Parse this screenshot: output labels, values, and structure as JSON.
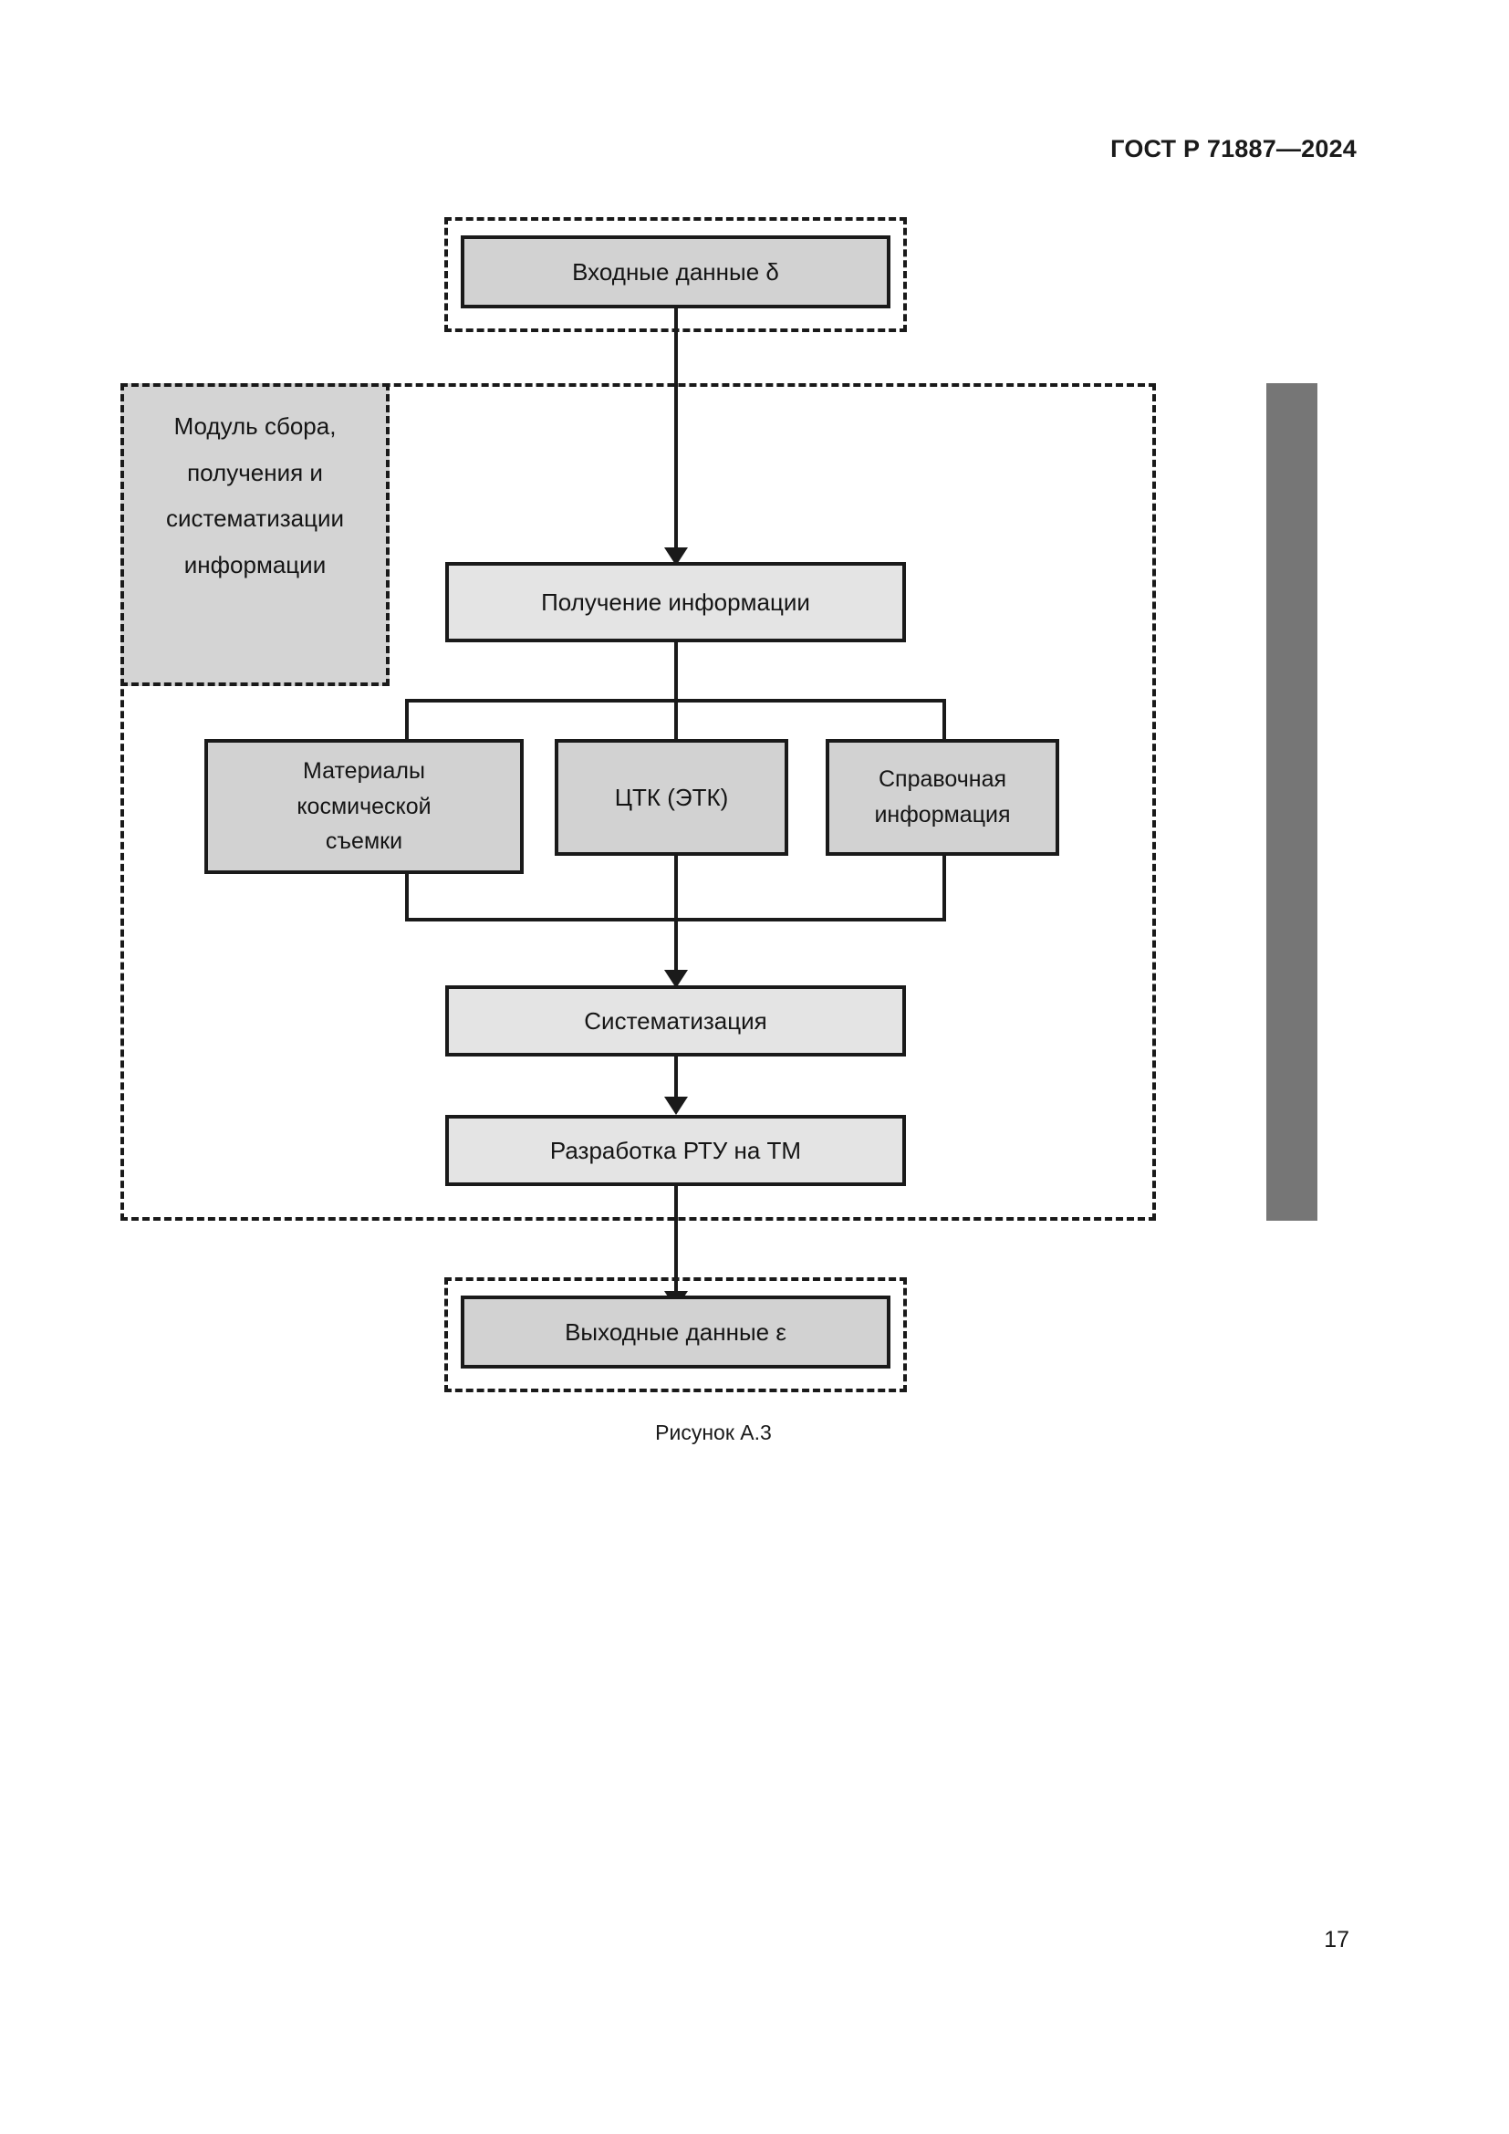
{
  "document": {
    "standard_header": "ГОСТ Р 71887—2024",
    "page_number": "17",
    "figure_caption": "Рисунок А.3"
  },
  "diagram": {
    "input_node": {
      "label": "Входные данные δ",
      "fill": "#d2d2d2"
    },
    "module_label": {
      "label": "Модуль сбора,\nполучения и\nсистематизации\nинформации",
      "fill": "#d4d4d4"
    },
    "process_nodes": [
      {
        "id": "receive",
        "label": "Получение информации",
        "fill": "#e4e4e4"
      },
      {
        "id": "systemat",
        "label": "Систематизация",
        "fill": "#e4e4e4"
      },
      {
        "id": "develop",
        "label": "Разработка РТУ на ТМ",
        "fill": "#e4e4e4"
      }
    ],
    "source_nodes": [
      {
        "id": "space",
        "label": "Материалы\nкосмической\nсъемки",
        "fill": "#d2d2d2"
      },
      {
        "id": "ctk",
        "label": "ЦТК (ЭТК)",
        "fill": "#d2d2d2"
      },
      {
        "id": "reference",
        "label": "Справочная\nинформация",
        "fill": "#d2d2d2"
      }
    ],
    "output_node": {
      "label": "Выходные данные ε",
      "fill": "#d2d2d2"
    },
    "colors": {
      "stroke": "#1a1a1a",
      "margin_bar": "#767676",
      "page_background": "#ffffff"
    }
  }
}
